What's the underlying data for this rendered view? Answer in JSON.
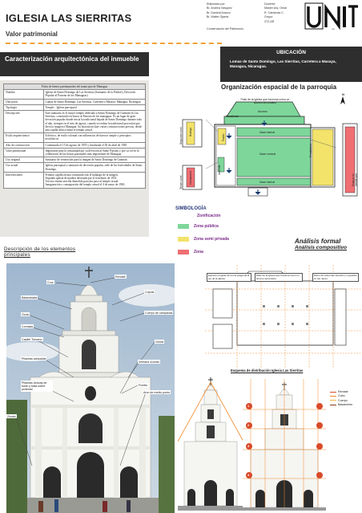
{
  "header": {
    "title": "IGLESIA LAS SIERRITAS",
    "subtitle": "Valor patrimonial",
    "credits_left": [
      "Elaborado por:",
      "Br. Andrea Vásquez",
      "Br. Daniela Arauco",
      "Br. Walter Ojanta"
    ],
    "credits_right": [
      "Docente:",
      "Máster Arq. Omar",
      "R. Cárdenas C.",
      "",
      "Grupo:",
      "3T2-AR"
    ],
    "course": "Conservación del Patrimonio",
    "logo_text": "UNI"
  },
  "left_bar": {
    "text": "Caracterización arquitectónica del inmueble"
  },
  "location": {
    "heading": "UBICACIÓN",
    "text": "Lomas de Santo Domingo, Las Sierritas, Carretera a Masaya, Managua, Nicaragua."
  },
  "table": {
    "header": "Ficha de bienes patrimoniales del municipio de Managua",
    "rows": [
      {
        "k": "Nombre",
        "v": "Iglesia de Santo Domingo de Las Sierritas (Santuario de la Piedad y Devoción Popular al Patrono de los Managuas)"
      },
      {
        "k": "Ubicación",
        "v": "Lomas de Santo Domingo, Las Sierritas, Carretera a Masaya, Managua, Nicaragua"
      },
      {
        "k": "Tipología",
        "v": "Templo - Iglesia parroquial"
      },
      {
        "k": "Descripción",
        "v": "Este santuario es el mayor templo dedicado a Santo Domingo de Guzmán en Las Sierritas, construido en honor al Patrono de los managuas. Es un lugar de gran devoción popular donde inicia la tradicional bajada de Santo Domingo durante todo el año, siempre en el mes de agosto, cuando se realiza la tradicional procesión que lleva la imagen a Managua. Su historia incluye varias construcciones previas, desde una capilla rústica hasta el templo actual."
      },
      {
        "k": "Estilo arquitectónico",
        "v": "Ecléctico, de estilo colonial con influencias de barroco simple y principios neoclásicos"
      },
      {
        "k": "Año de construcción",
        "v": "Comenzada el 15 de agosto de 1955 y finalizada el 30 de abril de 1965"
      },
      {
        "k": "Valor patrimonial",
        "v": "Importante para la comunidad por su devoción al Santo Patrono y por su rol en la celebración de las fiestas patronales más importantes de Managua."
      },
      {
        "k": "Uso original",
        "v": "Santuario de veneración para la imagen de Santo Domingo de Guzmán"
      },
      {
        "k": "Uso actual",
        "v": "Iglesia parroquial y santuario de devoción popular, sede de las festividades de Santo Domingo."
      },
      {
        "k": "Intervenciones",
        "items": [
          "Primera capilla rústica construida tras el hallazgo de la imagen.",
          "Segunda iglesia de madera destruida por el terremoto de 1931.",
          "Tercera ermita sencilla demolida para dar paso al templo actual.",
          "Inauguración y consagración del templo actual el 4 de mayo de 1965."
        ]
      }
    ]
  },
  "photo_section": {
    "heading": "Descripción de los elementos principales",
    "labels": {
      "remate": "Remate",
      "cruz": "Cruz",
      "cupula": "Cúpula",
      "balaustrada": "Balaustrada",
      "cuerpo_campanas": "Cuerpo de campanas",
      "oculo": "Óculo",
      "cornisas": "Cornisas",
      "voluta": "Voluta",
      "capitel": "Capitel Toscano",
      "ventana": "Ventana ovoidal",
      "pilastras": "Pilastras adosadas",
      "pilastras_doricas": "Pilastras dóricas de fuste y basa sobre pedestal",
      "frontis": "Frontis",
      "arco": "Arco de medio punto",
      "zocalo": "Zócalo"
    }
  },
  "plan": {
    "title": "Organización espacial de la parroquia",
    "labels": {
      "patio": "Patio de la iglesia que funciona como un acceso secundario",
      "acceso": "Acceso",
      "escaleras": "Escaleras",
      "nave_lateral": "Nave lateral",
      "nave_central": "Nave central",
      "presbiterio": "Presbiterio",
      "sacristia": "Sacristía",
      "pasillo": "Pasillo",
      "segundo_nivel": "Segundo nivel",
      "tercer_nivel": "Tercer nivel",
      "campanario": "Campanario",
      "bodega": "Bodega",
      "lugar_no_id": "Espacio no identificado",
      "north": "N"
    }
  },
  "simbologia": {
    "title": "SIMBOLOGÍA",
    "subtitle": "Zonificación",
    "items": [
      {
        "label": "Zona pública",
        "color": "#7ed69a"
      },
      {
        "label": "Zona semi privada",
        "color": "#f3e36b"
      },
      {
        "label": "Zona",
        "color": "#ef6f73"
      }
    ]
  },
  "analysis": {
    "title": "Análisis formal",
    "subtitle": "Análisis compositivo",
    "note1": "Espacio irregular de forma poligonal al pie de la iglesia.",
    "note2": "Patio de la iglesia que funciona como un acceso secundario.",
    "note3": "Ritmo de columnas simétrico y repetitivo en las naves.",
    "caption": "Esquema de distribución Iglesia Las Sierritas",
    "markers": [
      "1",
      "2",
      "3",
      "4"
    ],
    "legend": [
      "Remate",
      "Cubo",
      "Cuerpo",
      "Basamento"
    ],
    "legend_colors": [
      "#d94a2a",
      "#f08a2a",
      "#f4b23a",
      "#8a3a1a"
    ]
  },
  "colors": {
    "dark_bar": "#2e2e2e",
    "accent_dash": "#f2a23a",
    "plan_green": "#7ed69a",
    "plan_yellow": "#f3e36b",
    "plan_red": "#ef6f73",
    "grid_orange": "#f08a2a"
  }
}
